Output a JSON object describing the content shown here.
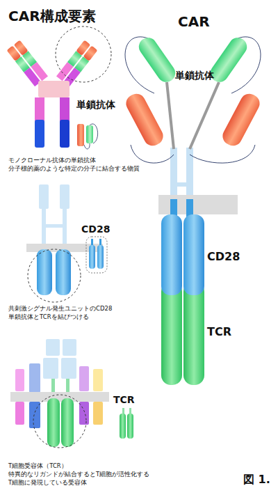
{
  "diagram": {
    "title": "CAR構成要素",
    "caption": "図 1.",
    "labels": [
      "CAR",
      "単鎖抗体",
      "モノクローナル抗体の単鎖抗体",
      "分子標的薬のような特定の分子に結合する物質",
      "単鎖抗体",
      "CD28",
      "共刺激シグナル発生ユニットのCD28",
      "単鎖抗体とTCRを結びつける",
      "CD28",
      "TCR",
      "TCR",
      "T細胞受容体（TCR）",
      "特異的なリガンドが結合するとT細胞が活性化する",
      "T細胞に発現している受容体"
    ]
  }
}
